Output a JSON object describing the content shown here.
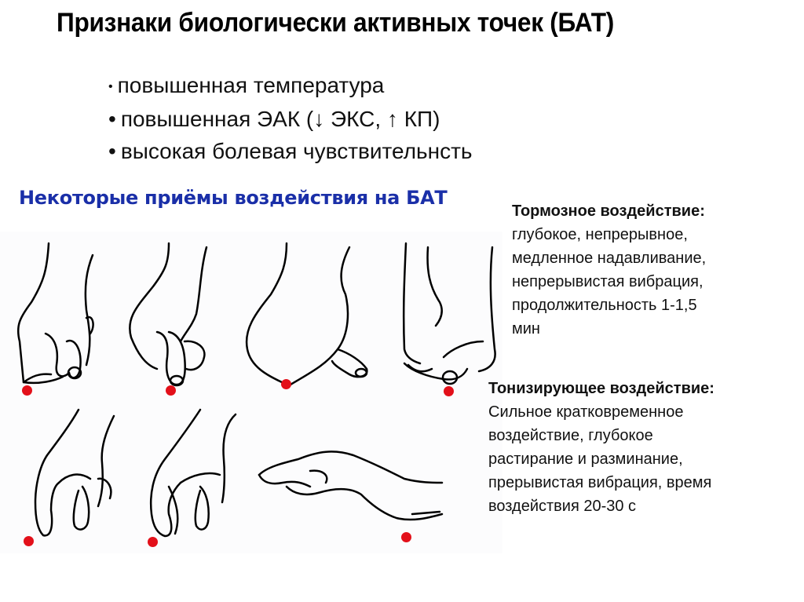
{
  "slide": {
    "title": "Признаки биологически активных точек (БАТ)",
    "signs": [
      {
        "bullet": "•",
        "text": "повышенная температура"
      },
      {
        "bullet": "•",
        "text": "повышенная ЭАК (↓ ЭКС, ↑ КП)"
      },
      {
        "bullet": "•",
        "text": "высокая болевая чувствительнсть"
      }
    ],
    "subtitle": "Некоторые приёмы воздействия на БАТ",
    "inhibitory": {
      "heading": "Тормозное воздействие:",
      "lines": [
        "глубокое, непрерывное,",
        "медленное надавливание,",
        "непрерывистая вибрация,",
        "продолжительность 1-1,5",
        "мин"
      ]
    },
    "tonic": {
      "heading": "Тонизирующее воздействие:",
      "lines": [
        "Сильное кратковременное",
        "воздействие, глубокое",
        "растирание и разминание,",
        "прерывистая вибрация, время",
        "воздействия 20-30 с"
      ]
    },
    "illustrations": [
      {
        "name": "knuckle-press",
        "row": 1
      },
      {
        "name": "thumb-tip-press",
        "row": 1
      },
      {
        "name": "fist-edge-press",
        "row": 1
      },
      {
        "name": "pinch-press",
        "row": 1
      },
      {
        "name": "index-finger-press",
        "row": 2
      },
      {
        "name": "two-finger-press",
        "row": 2
      },
      {
        "name": "palm-edge-press",
        "row": 2
      }
    ],
    "colors": {
      "subtitle": "#1a2fa8",
      "point": "#e3101a",
      "text": "#111111"
    }
  }
}
